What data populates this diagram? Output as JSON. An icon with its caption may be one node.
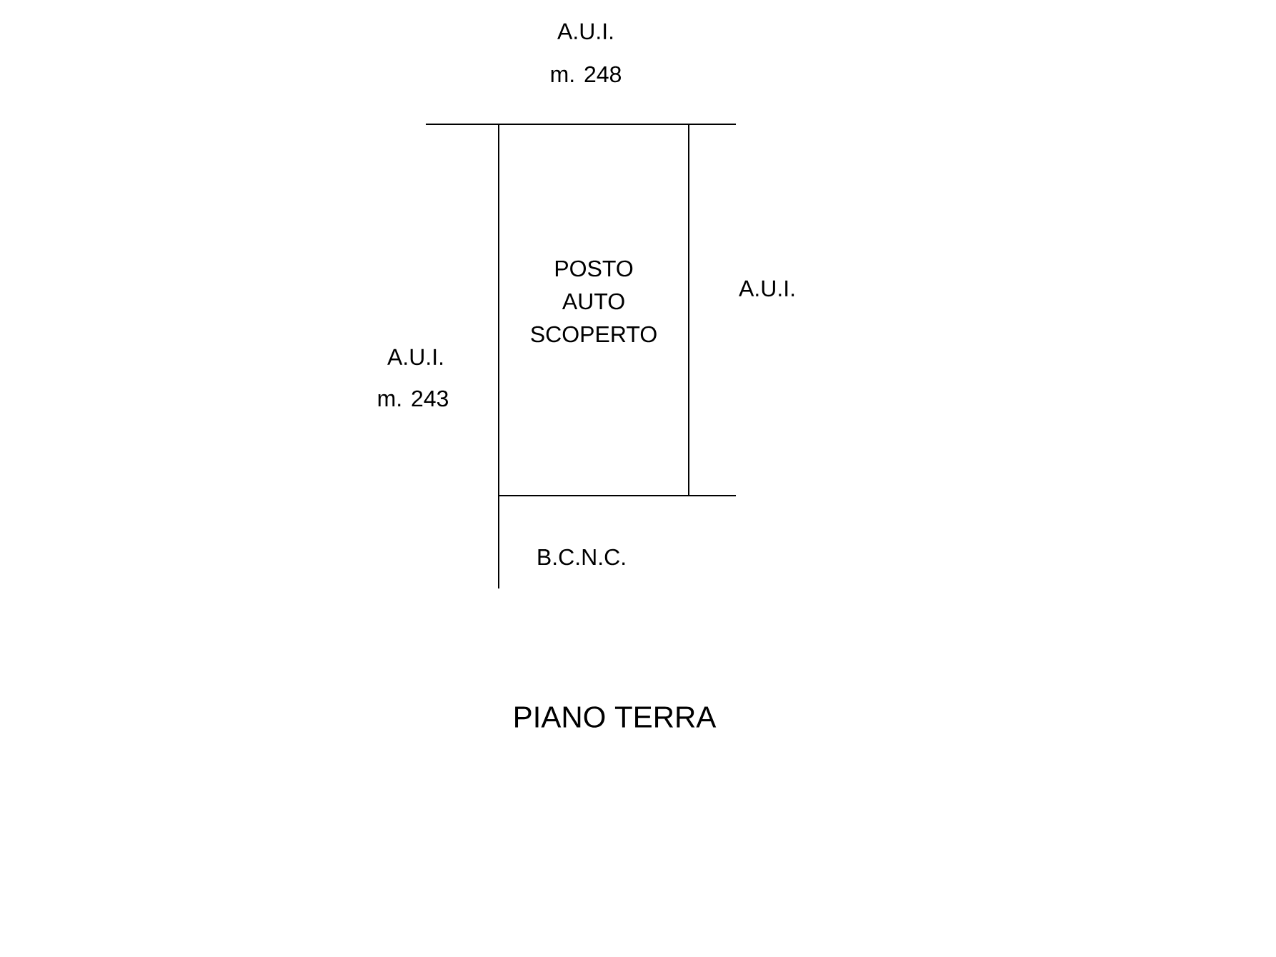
{
  "diagram": {
    "title": "PIANO TERRA",
    "nodes": [
      {
        "text": [
          "POSTO AUTO SCOPERTO"
        ]
      }
    ],
    "labels": [
      "A.U.I.",
      "m. 248",
      "A.U.I.",
      "A.U.I.",
      "m. 243",
      "B.C.N.C."
    ]
  }
}
